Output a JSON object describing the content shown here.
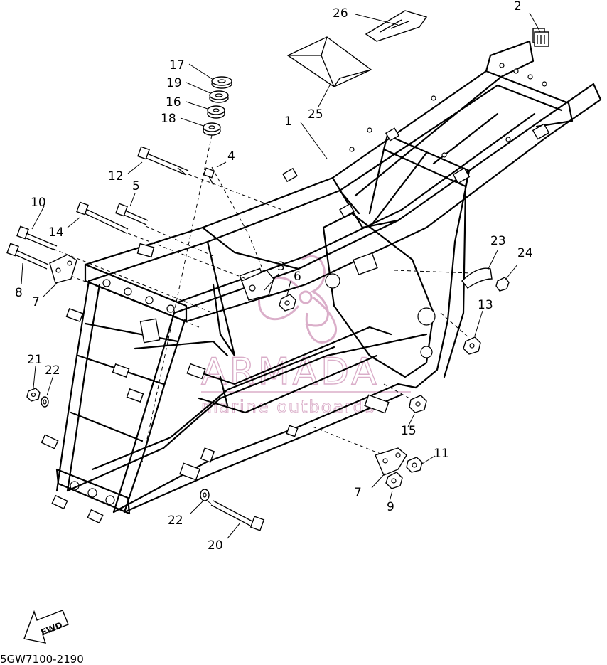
{
  "diagram": {
    "part_code": "5GW7100-2190",
    "fwd_label": "FWD",
    "watermark": {
      "brand": "ARMADA",
      "tagline": "marine outboards",
      "color": "#d7a6c4"
    },
    "callouts": {
      "c1": "1",
      "c2": "2",
      "c3": "3",
      "c4": "4",
      "c5": "5",
      "c6": "6",
      "c7a": "7",
      "c7b": "7",
      "c8": "8",
      "c9": "9",
      "c10": "10",
      "c11": "11",
      "c12": "12",
      "c13": "13",
      "c14": "14",
      "c15": "15",
      "c16": "16",
      "c17": "17",
      "c18": "18",
      "c19": "19",
      "c20": "20",
      "c21": "21",
      "c22a": "22",
      "c22b": "22",
      "c23": "23",
      "c24": "24",
      "c25": "25",
      "c26": "26"
    }
  }
}
